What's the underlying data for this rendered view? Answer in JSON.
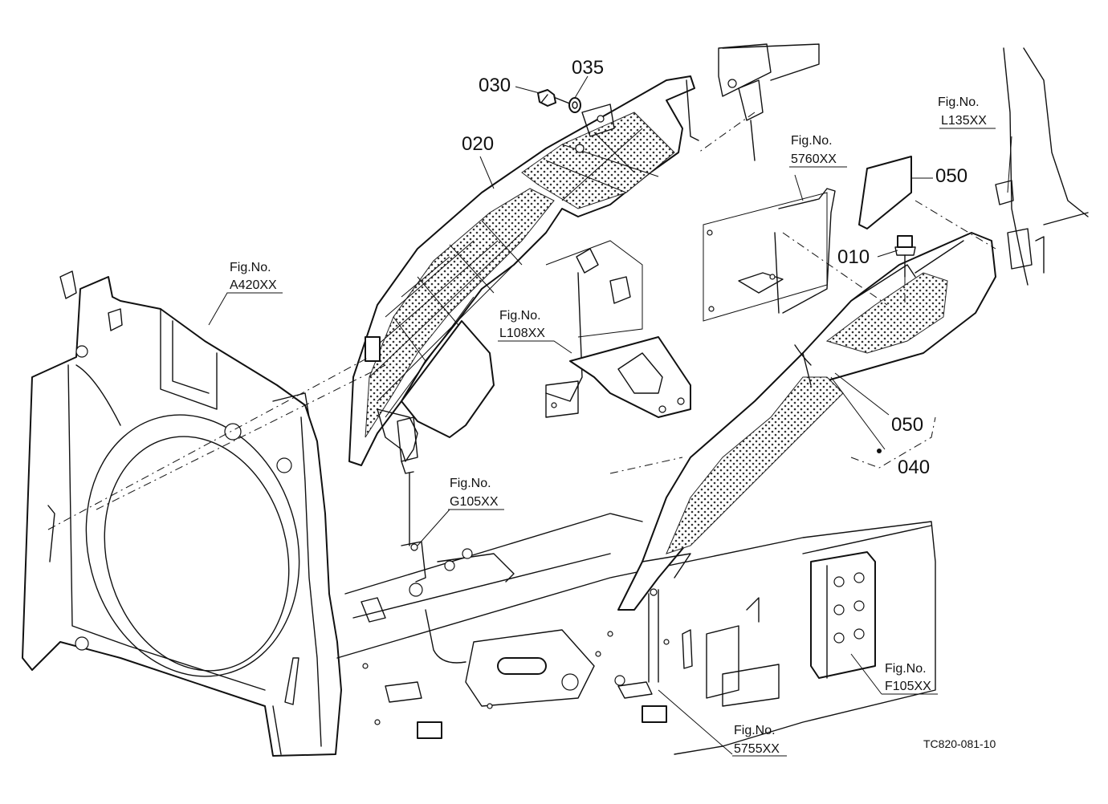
{
  "diagram": {
    "part_labels": {
      "p010": "010",
      "p020": "020",
      "p030": "030",
      "p035": "035",
      "p040": "040",
      "p050_top": "050",
      "p050_side": "050"
    },
    "fig_refs": {
      "a420": {
        "caption": "Fig.No.",
        "code": "A420XX"
      },
      "l108": {
        "caption": "Fig.No.",
        "code": "L108XX"
      },
      "s5760": {
        "caption": "Fig.No.",
        "code": "5760XX"
      },
      "l135": {
        "caption": "Fig.No.",
        "code": "L135XX"
      },
      "g105": {
        "caption": "Fig.No.",
        "code": "G105XX"
      },
      "f105": {
        "caption": "Fig.No.",
        "code": "F105XX"
      },
      "s5755": {
        "caption": "Fig.No.",
        "code": "5755XX"
      }
    },
    "illustration_id": "TC820-081-10"
  }
}
